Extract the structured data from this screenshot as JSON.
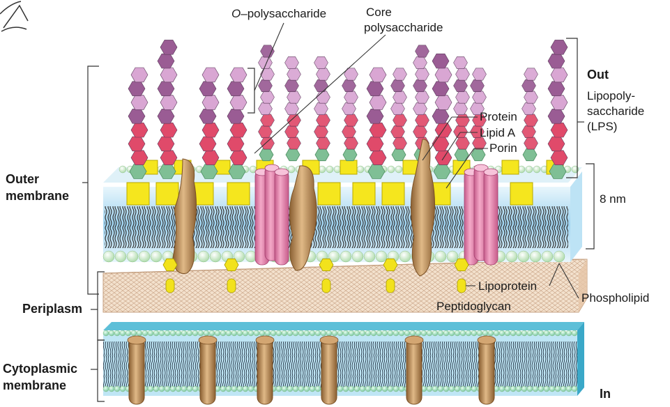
{
  "labels": {
    "o_prefix": "O",
    "o_rest": "–polysaccharide",
    "core_line1": "Core",
    "core_line2": "polysaccharide",
    "out": "Out",
    "lps_line1": "Lipopoly-",
    "lps_line2": "saccharide",
    "lps_line3": "(LPS)",
    "protein": "Protein",
    "lipid_a": "Lipid A",
    "porin": "Porin",
    "thickness": "8 nm",
    "outer_line1": "Outer",
    "outer_line2": "membrane",
    "periplasm": "Periplasm",
    "lipoprotein": "Lipoprotein",
    "peptidoglycan": "Peptidoglycan",
    "phospholipid": "Phospholipid",
    "cyto_line1": "Cytoplasmic",
    "cyto_line2": "membrane",
    "in": "In"
  },
  "colors": {
    "o_hex_light": "#d9a6d3",
    "o_hex_dark": "#9a5c94",
    "core_hex": "#e04a6a",
    "inner_core": "#7fbf95",
    "lipid_a": "#f5e61e",
    "phosphate_head": "#c9ebc7",
    "membrane_core": "#a8d8f0",
    "porin": "#e88fb5",
    "protein": "#b98a55",
    "peptidoglycan": "#f2dcc6",
    "lipoprotein": "#f2e21c"
  }
}
